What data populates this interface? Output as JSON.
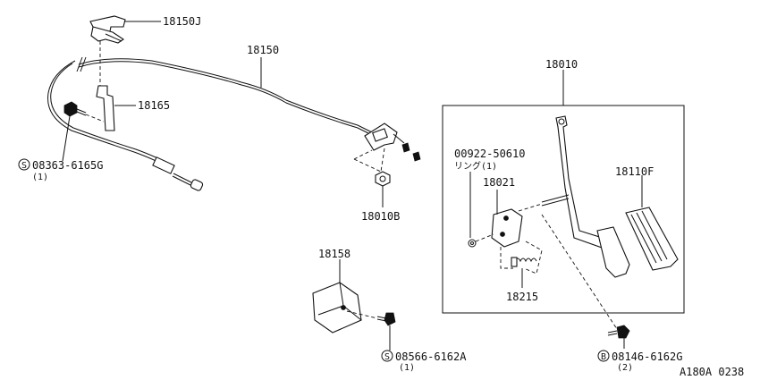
{
  "labels": {
    "p18150J": "18150J",
    "p18150": "18150",
    "p18165": "18165",
    "p08363": "08363-6165G",
    "p08363_qty": "(1)",
    "p18010B": "18010B",
    "p18010": "18010",
    "p00922": "00922-50610",
    "p00922_sub": "リング(1)",
    "p18021": "18021",
    "p18110F": "18110F",
    "p18215": "18215",
    "p18158": "18158",
    "p08566": "08566-6162A",
    "p08566_qty": "(1)",
    "p08146": "08146-6162G",
    "p08146_qty": "(2)",
    "drawing_code": "A180A 0238"
  },
  "symbols": {
    "s08363": "S",
    "s08566": "S",
    "s08146": "B"
  }
}
